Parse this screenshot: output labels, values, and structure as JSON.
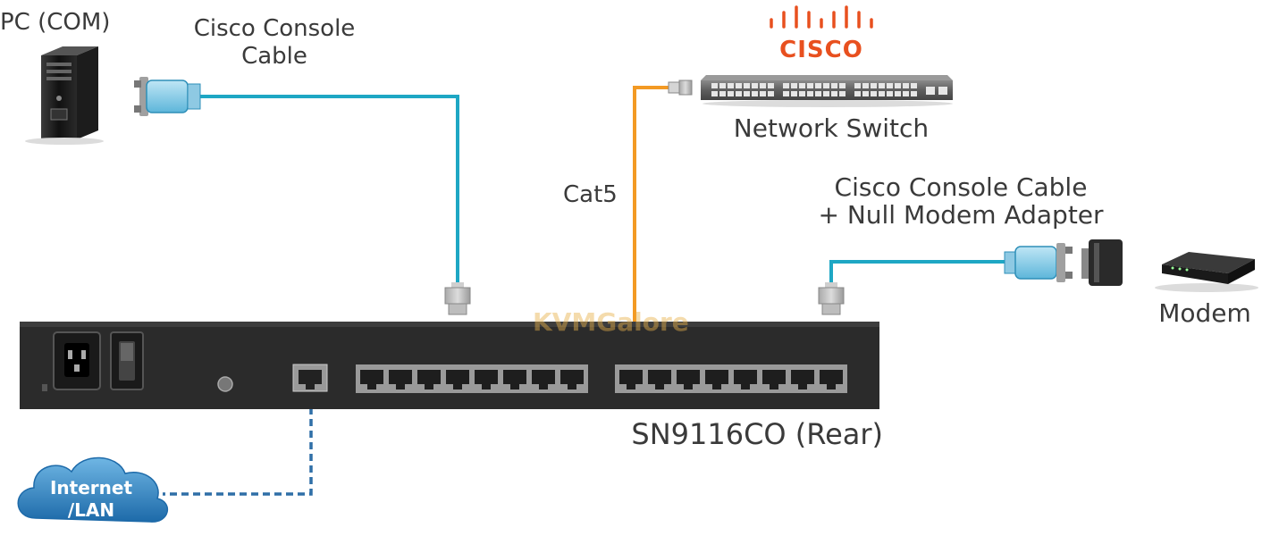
{
  "labels": {
    "pc": "PC (COM)",
    "console_cable_line1": "Cisco Console",
    "console_cable_line2": "Cable",
    "cisco_brand": "CISCO",
    "network_switch": "Network Switch",
    "cat5": "Cat5",
    "console_null_line1": "Cisco Console Cable",
    "console_null_line2": "+ Null Modem Adapter",
    "modem": "Modem",
    "device": "SN9116CO (Rear)",
    "internet_line1": "Internet",
    "internet_line2": "/LAN",
    "watermark": "KVMGalore"
  },
  "colors": {
    "console_cable": "#1ea7c4",
    "cat5_cable": "#f39a24",
    "lan_cable": "#2f6fa7",
    "cisco_red": "#e8501f",
    "device_body": "#2b2b2b",
    "cloud": "#3a86c0"
  },
  "icons": {
    "pc": "pc-tower-icon",
    "db9": "db9-connector-icon",
    "rj45": "rj45-plug-icon",
    "switch": "network-switch-icon",
    "adapter": "null-modem-adapter-icon",
    "modem": "modem-icon",
    "cloud": "cloud-icon",
    "cisco_logo": "cisco-logo-icon"
  }
}
